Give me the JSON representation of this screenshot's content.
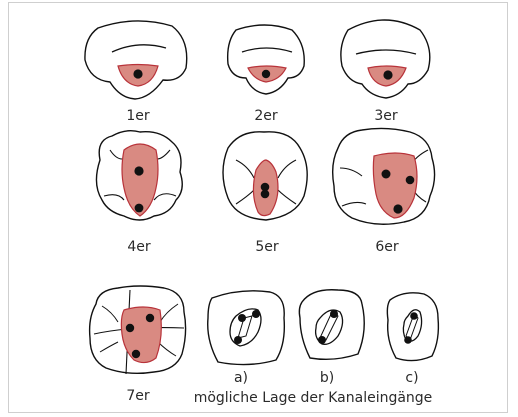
{
  "colors": {
    "pulp_fill": "#d98a82",
    "pulp_stroke": "#b8333a",
    "outline": "#111111",
    "frame": "#cfcfcf"
  },
  "labels": {
    "t1": "1er",
    "t2": "2er",
    "t3": "3er",
    "t4": "4er",
    "t5": "5er",
    "t6": "6er",
    "t7": "7er",
    "a": "a)",
    "b": "b)",
    "c": "c)",
    "caption": "mögliche Lage der Kanaleingänge"
  }
}
